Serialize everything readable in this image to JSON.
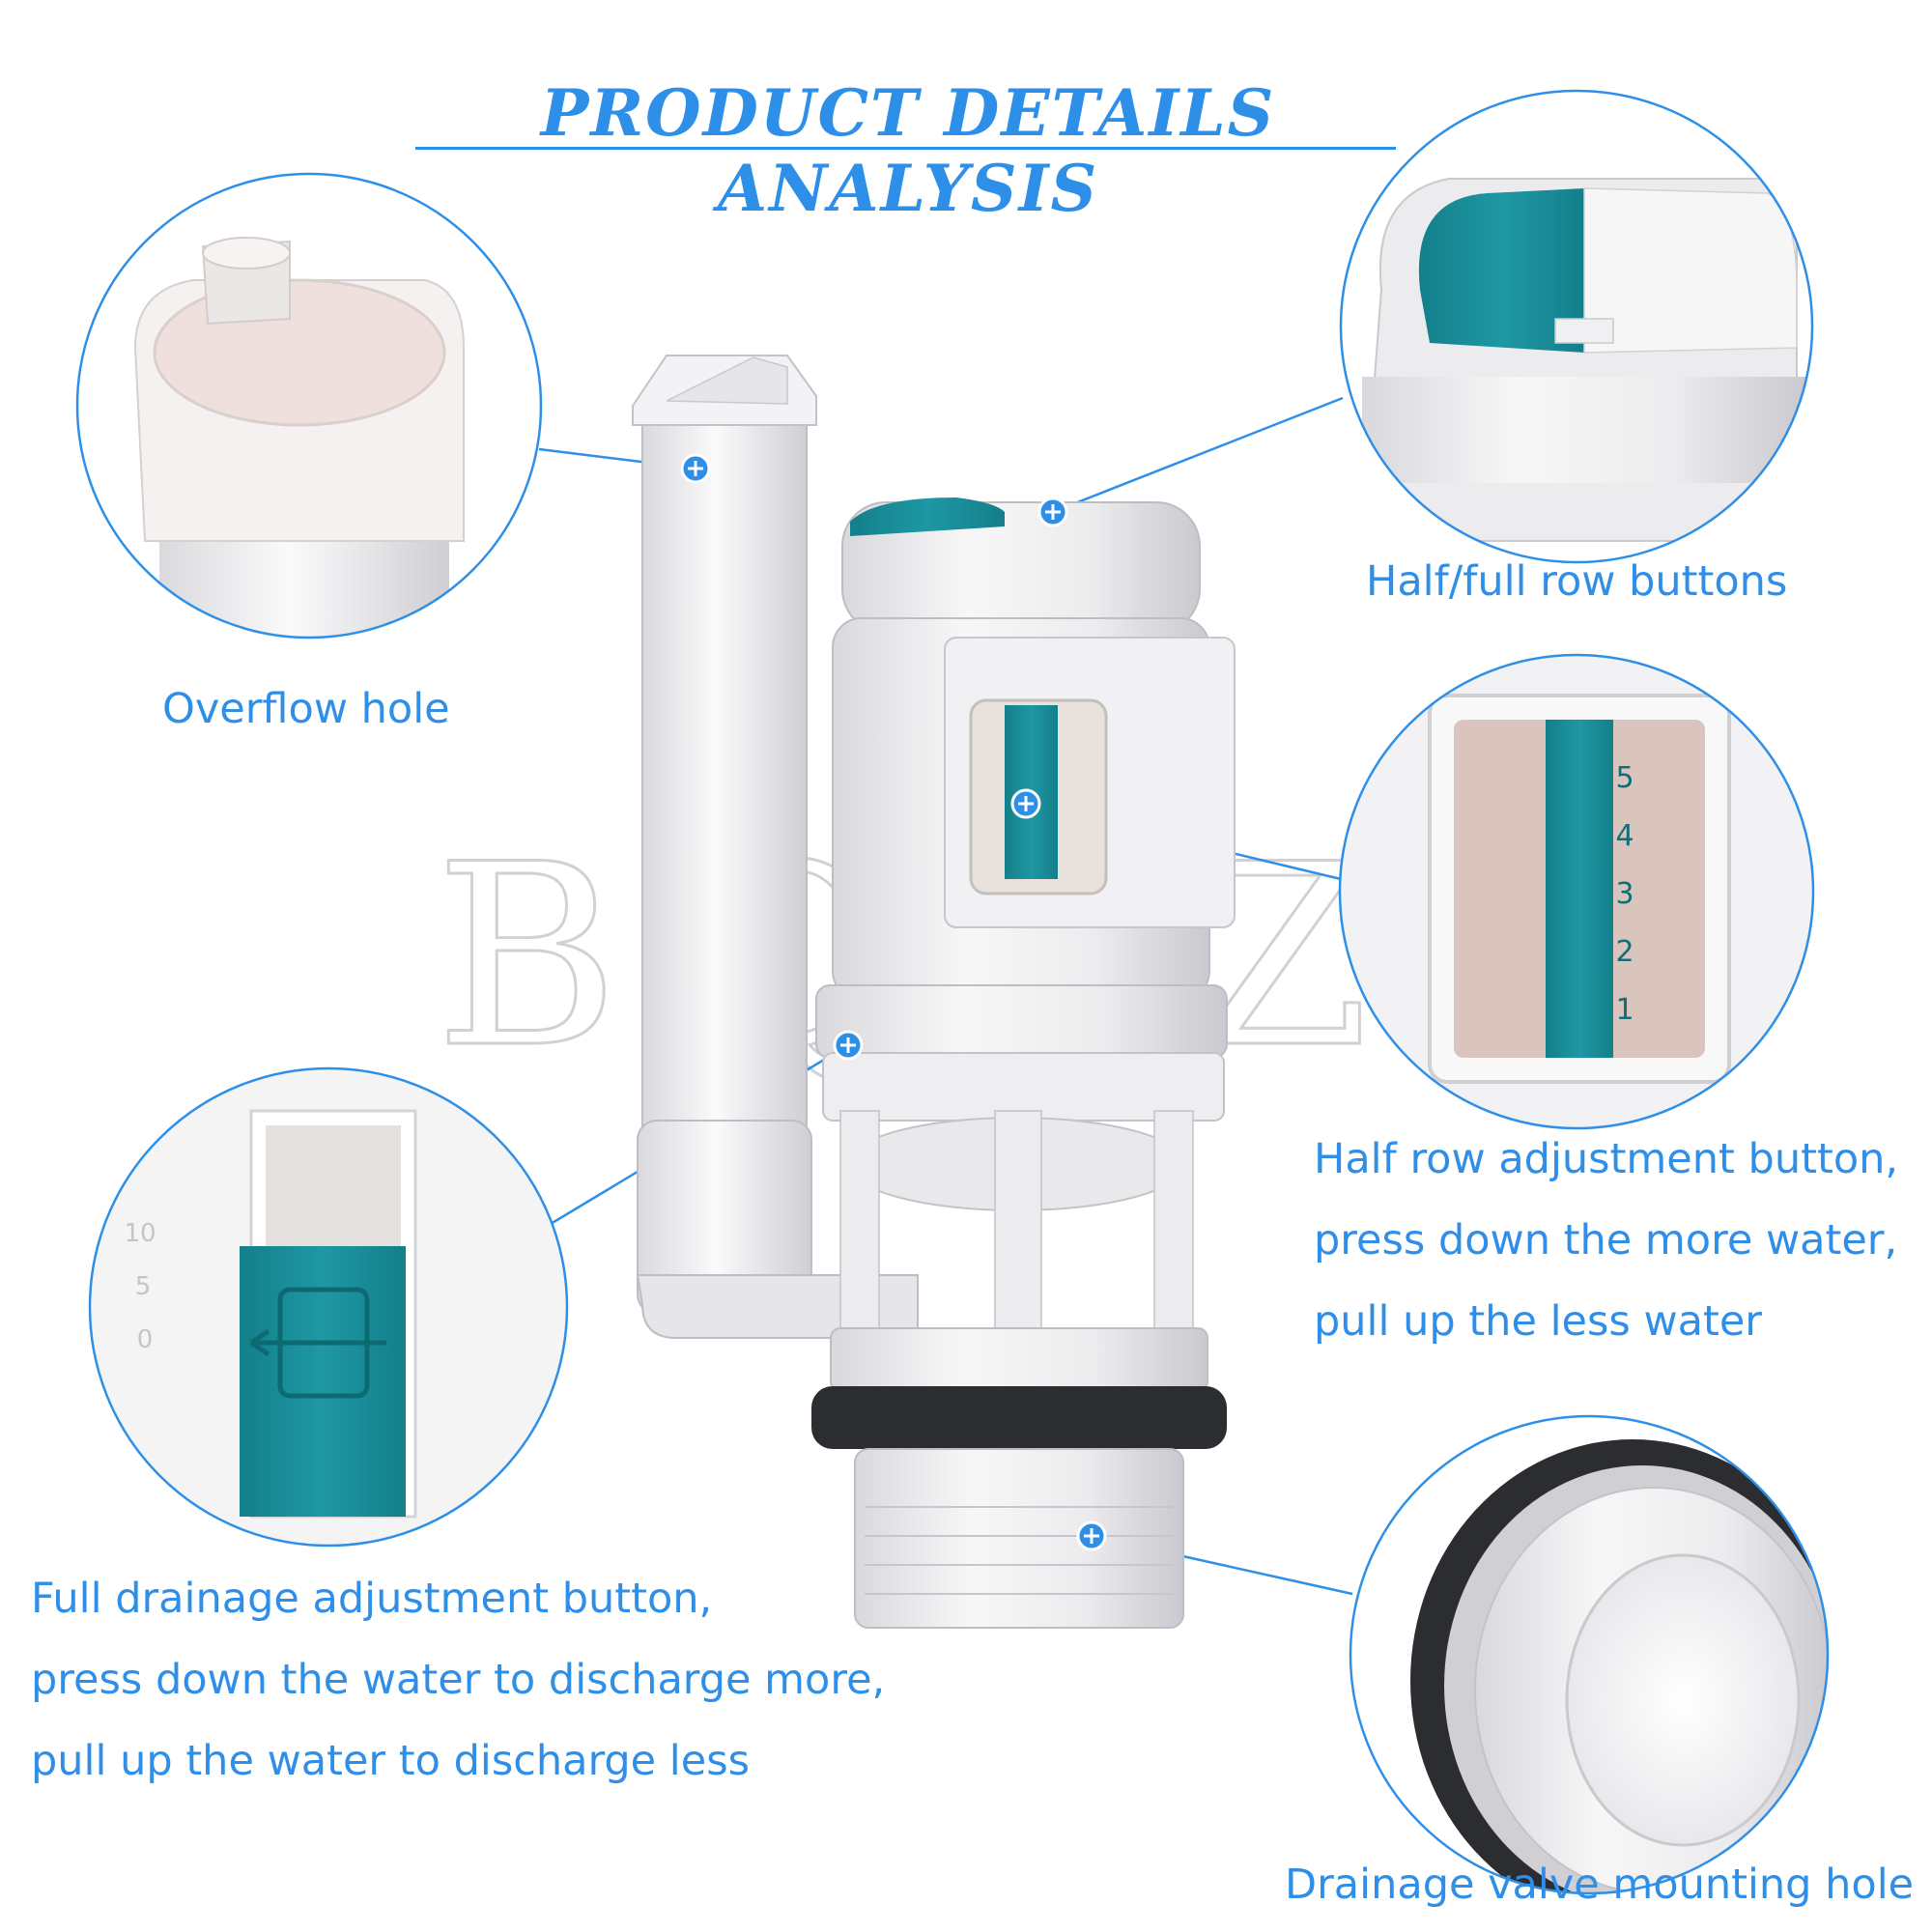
{
  "page": {
    "title": "PRODUCT DETAILS ANALYSIS",
    "watermark": "BQLZR",
    "accent_color": "#2e8fe8",
    "teal_color": "#1a8d98"
  },
  "callouts": [
    {
      "id": "overflow",
      "lines": [
        "Overflow hole"
      ]
    },
    {
      "id": "buttons",
      "lines": [
        "Half/full row buttons"
      ]
    },
    {
      "id": "half",
      "lines": [
        "Half row adjustment button,",
        "press down the more water,",
        "pull up the less water"
      ]
    },
    {
      "id": "full",
      "lines": [
        "Full drainage adjustment button,",
        "press down the water to discharge more,",
        "pull up the water to discharge less"
      ]
    },
    {
      "id": "mount",
      "lines": [
        "Drainage valve mounting hole"
      ]
    }
  ],
  "scale_marks": {
    "half_row": [
      "1",
      "2",
      "3",
      "4",
      "5"
    ],
    "full_drain": [
      "10",
      "5",
      "0"
    ]
  }
}
